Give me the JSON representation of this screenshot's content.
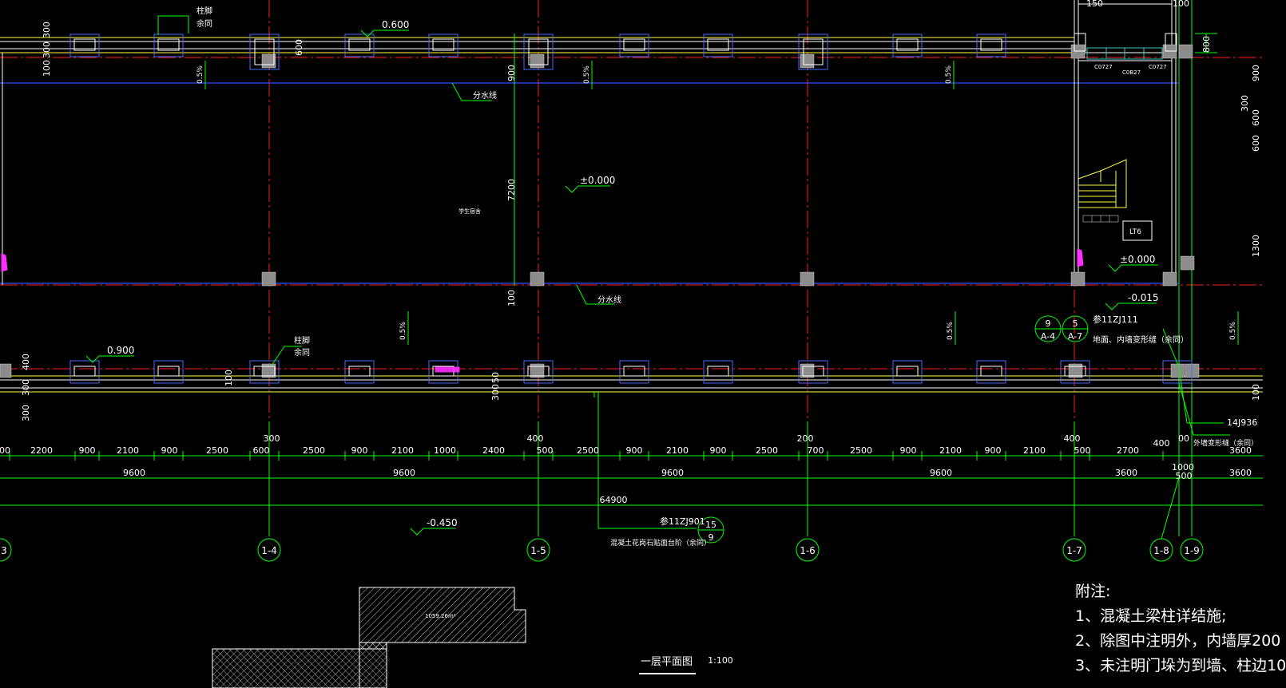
{
  "drawing": {
    "title": "一层平面图",
    "scale": "1:100",
    "colors": {
      "background": "#000000",
      "axis_line": "#ff2020",
      "wall_yellow": "#ffff40",
      "wall_white": "#ffffff",
      "dimension_green": "#00ff00",
      "drain_blue": "#3050ff",
      "column_gray": "#8c8c8c",
      "window_blue": "#4a6cff",
      "accent_magenta": "#ff30ff",
      "glass_teal": "#40c0c0"
    }
  },
  "axes": [
    {
      "label": "3"
    },
    {
      "label": "1-4"
    },
    {
      "label": "1-5"
    },
    {
      "label": "1-6"
    },
    {
      "label": "1-7"
    },
    {
      "label": "1-8"
    },
    {
      "label": "1-9"
    }
  ],
  "dimensions": {
    "row1": [
      "00",
      "2200",
      "900",
      "2100",
      "900",
      "2500",
      "600",
      "2500",
      "900",
      "2100",
      "1000",
      "2400",
      "500",
      "2500",
      "900",
      "2100",
      "900",
      "2500",
      "700",
      "2500",
      "900",
      "2100",
      "900",
      "2100",
      "500",
      "2700",
      "1000",
      "3600"
    ],
    "row1_above": [
      "300",
      "400",
      "200",
      "400",
      "400"
    ],
    "row2": [
      "9600",
      "9600",
      "9600",
      "9600",
      "3600",
      "500",
      "3600"
    ],
    "total": "64900",
    "extra_small": "00",
    "left_vertical_top": [
      "300",
      "300",
      "100"
    ],
    "left_vertical_bottom": [
      "400",
      "300",
      "300"
    ],
    "right_vertical": [
      "300",
      "900",
      "600",
      "600",
      "1300",
      "100",
      "800"
    ],
    "mid_vertical": [
      "900",
      "7200",
      "100",
      "600",
      "300",
      "50",
      "100"
    ],
    "top_right": [
      "150",
      "100"
    ]
  },
  "elevations": [
    "0.600",
    "±0.000",
    "±0.000",
    "-0.015",
    "0.900",
    "-0.450"
  ],
  "slopes": [
    "0.5%",
    "0.5%",
    "0.5%",
    "0.5%",
    "0.5%",
    "0.5%"
  ],
  "labels": {
    "drain_line": "分水线",
    "column_foot": "柱脚",
    "same_below": "余同",
    "room_name": "学生宿舍",
    "stair_label": "LT6",
    "window_1": "C0727",
    "window_2": "C0B27",
    "window_3": "C0727",
    "ref_11zj111": "参11ZJ111",
    "joint_note": "地面、内墙变形缝（余同）",
    "ref_14j936": "14J936",
    "wall_joint": "外墙变形缝（余同）",
    "ref_11zj901": "参11ZJ901",
    "step_note": "混凝土花岗石贴面台阶（余同）",
    "area_text": "1059.26m²"
  },
  "detail_refs": [
    {
      "top": "9",
      "bottom": "A-4"
    },
    {
      "top": "5",
      "bottom": "A-7"
    },
    {
      "top": "15",
      "bottom": "9"
    }
  ],
  "notes": {
    "heading": "附注:",
    "items": [
      "1、混凝土梁柱详结施;",
      "2、除图中注明外，内墙厚200",
      "3、未注明门垛为到墙、柱边10"
    ]
  }
}
